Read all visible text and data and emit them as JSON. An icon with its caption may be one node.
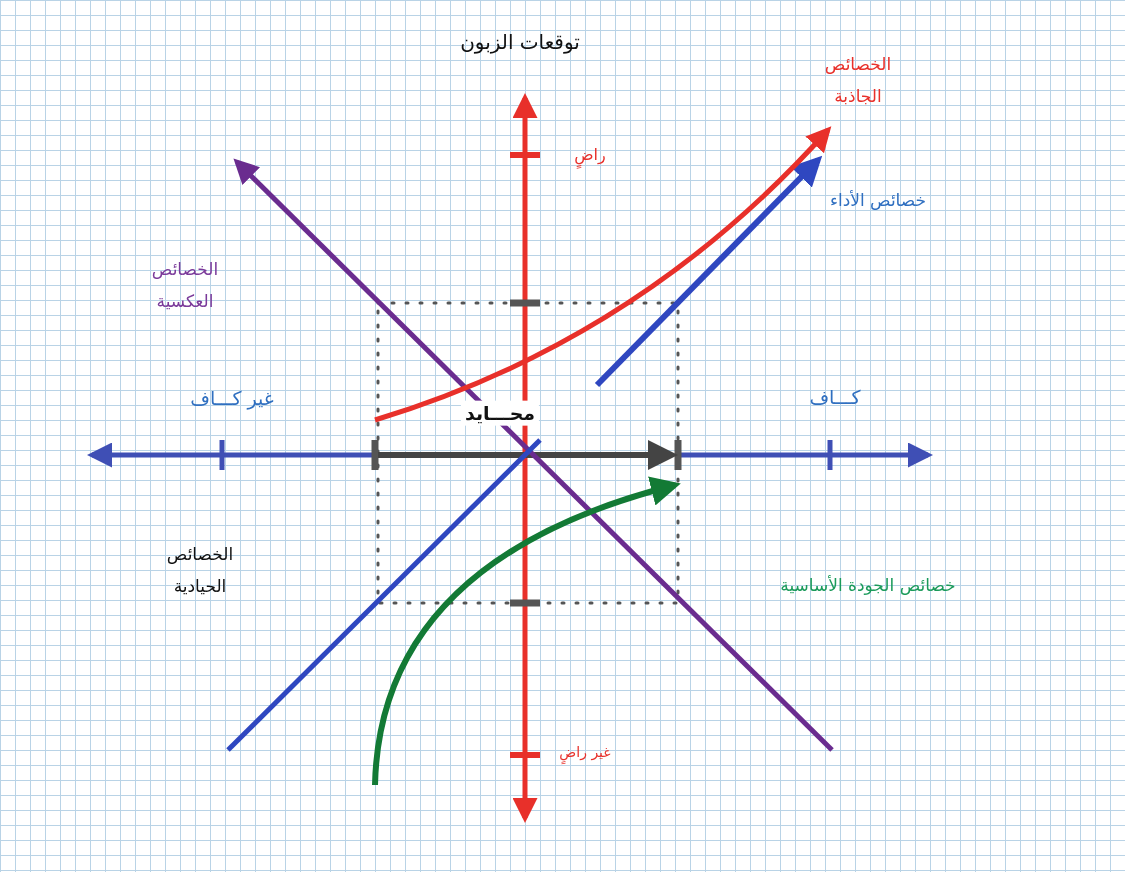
{
  "diagram": {
    "title": "توقعات الزبون",
    "labels": [
      "الخصائص الجاذبة",
      "راضٍ",
      "خصائص الأداء",
      "الخصائص العكسية",
      "غير كـــاف",
      "كـــاف",
      "محـــايد",
      "الخصائص الحيادية",
      "خصائص الجودة الأساسية",
      "غير راضٍ"
    ]
  }
}
